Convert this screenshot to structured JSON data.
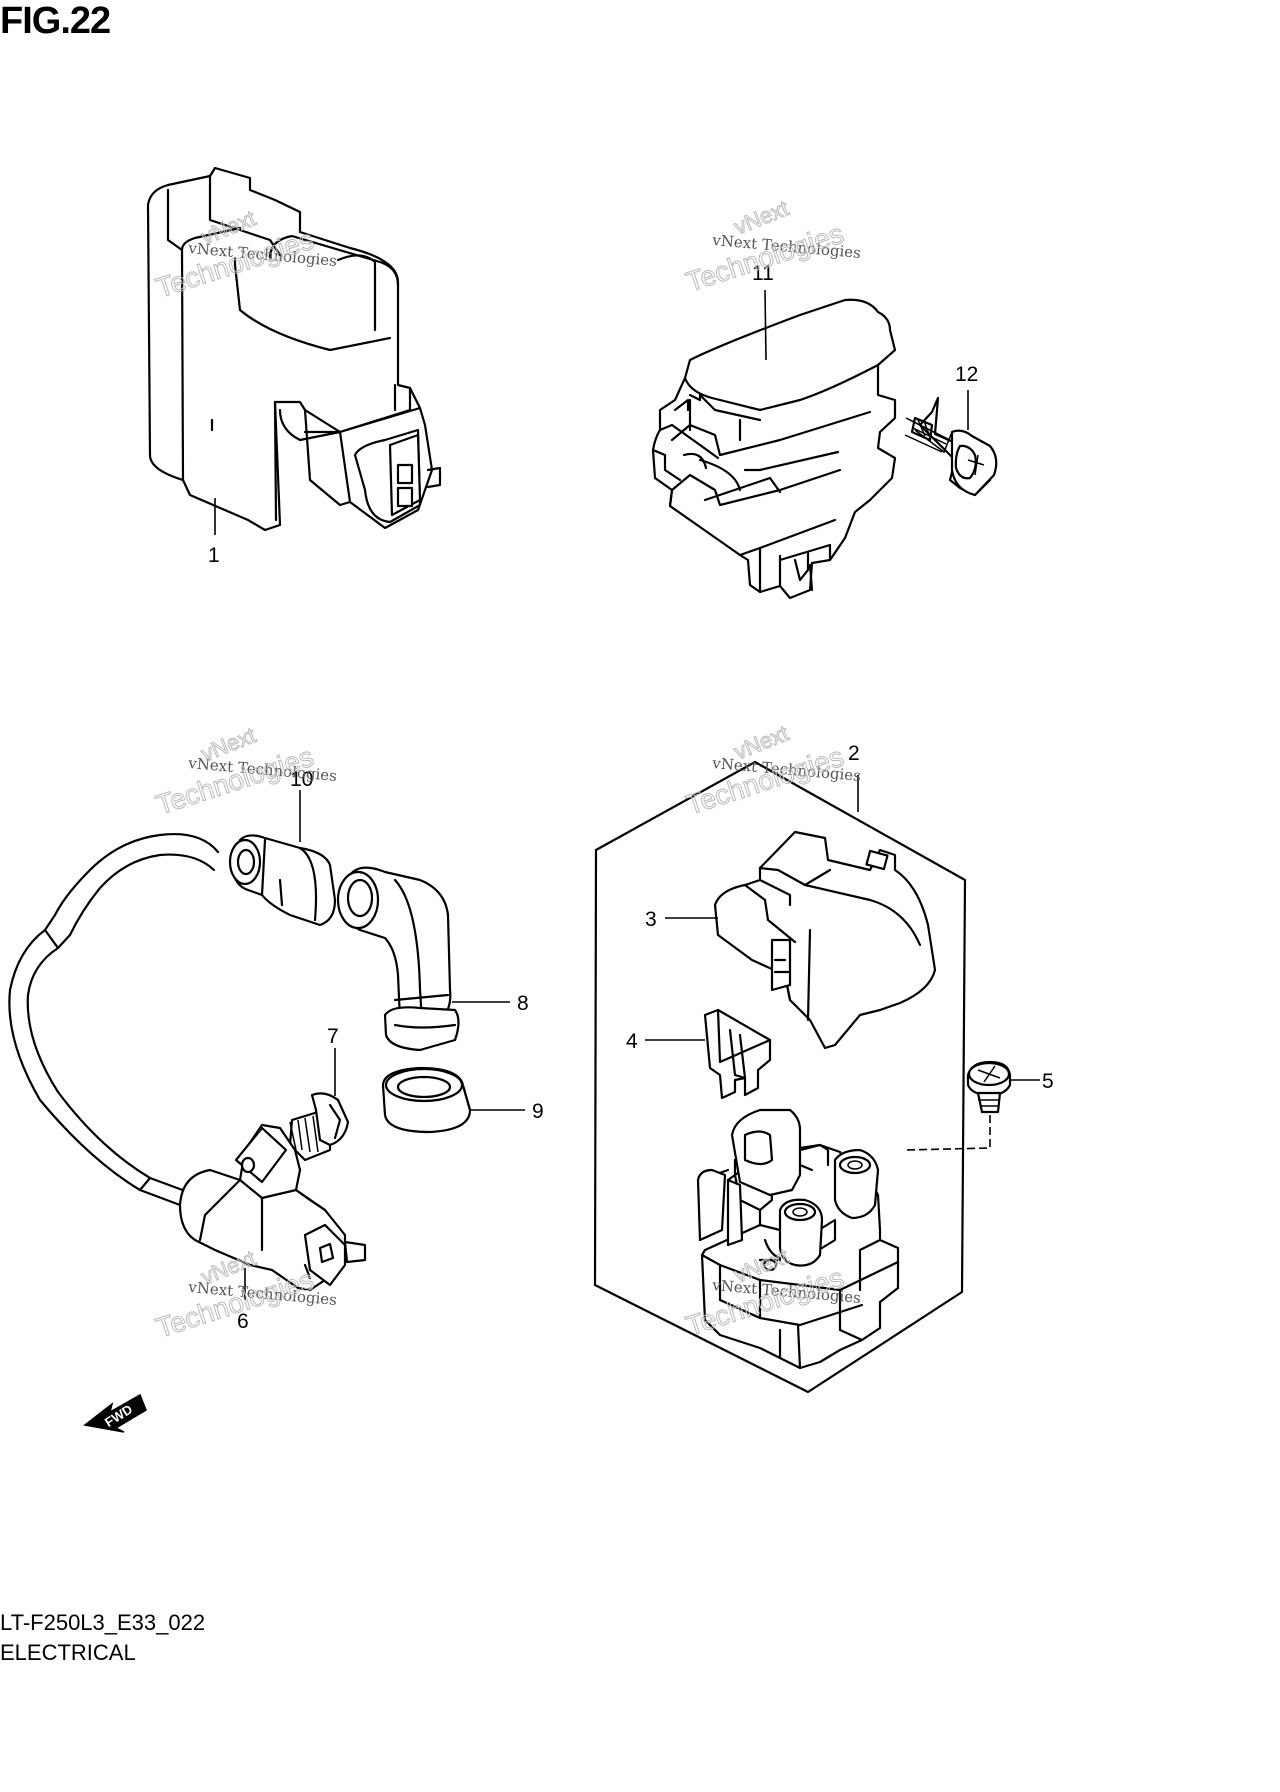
{
  "figure": {
    "title": "FIG.22",
    "model_code": "LT-F250L3_E33_022",
    "section": "ELECTRICAL"
  },
  "callouts": [
    {
      "id": "c1",
      "label": "1"
    },
    {
      "id": "c2",
      "label": "2"
    },
    {
      "id": "c3",
      "label": "3"
    },
    {
      "id": "c4",
      "label": "4"
    },
    {
      "id": "c5",
      "label": "5"
    },
    {
      "id": "c6",
      "label": "6"
    },
    {
      "id": "c7",
      "label": "7"
    },
    {
      "id": "c8",
      "label": "8"
    },
    {
      "id": "c9",
      "label": "9"
    },
    {
      "id": "c10",
      "label": "10"
    },
    {
      "id": "c11",
      "label": "11"
    },
    {
      "id": "c12",
      "label": "12"
    }
  ],
  "watermark": {
    "line1": "vNext Technologies",
    "line2": "vNext",
    "line3": "Technologies"
  },
  "fwd_label": "FWD"
}
